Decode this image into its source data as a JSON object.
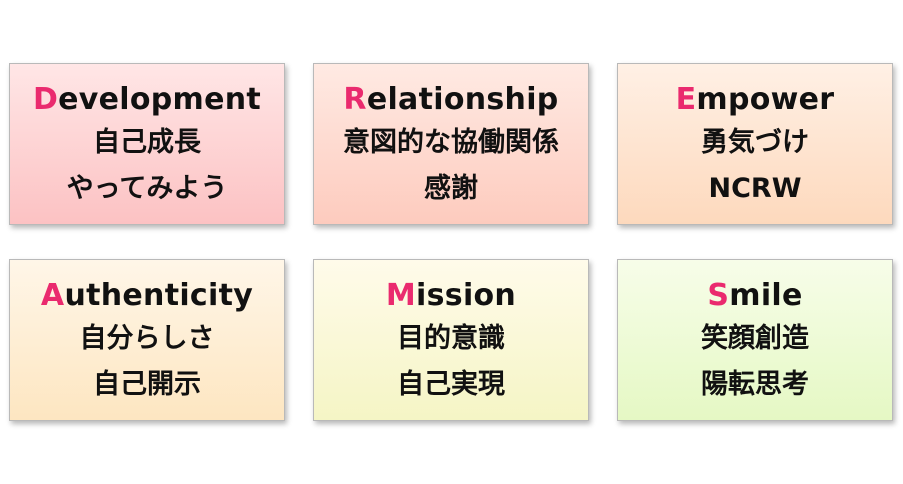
{
  "cards": [
    {
      "initial": "D",
      "rest": "evelopment",
      "lines": [
        "自己成長",
        "やってみよう"
      ]
    },
    {
      "initial": "R",
      "rest": "elationship",
      "lines": [
        "意図的な協働関係",
        "感謝"
      ]
    },
    {
      "initial": "E",
      "rest": "mpower",
      "lines": [
        "勇気づけ",
        "NCRW"
      ]
    },
    {
      "initial": "A",
      "rest": "uthenticity",
      "lines": [
        "自分らしさ",
        "自己開示"
      ]
    },
    {
      "initial": "M",
      "rest": "ission",
      "lines": [
        "目的意識",
        "自己実現"
      ]
    },
    {
      "initial": "S",
      "rest": "mile",
      "lines": [
        "笑顔創造",
        "陽転思考"
      ]
    }
  ],
  "colors": {
    "initial_letter": "#ea2a6e",
    "text": "#111111",
    "card_border": "#b9b9b9"
  }
}
